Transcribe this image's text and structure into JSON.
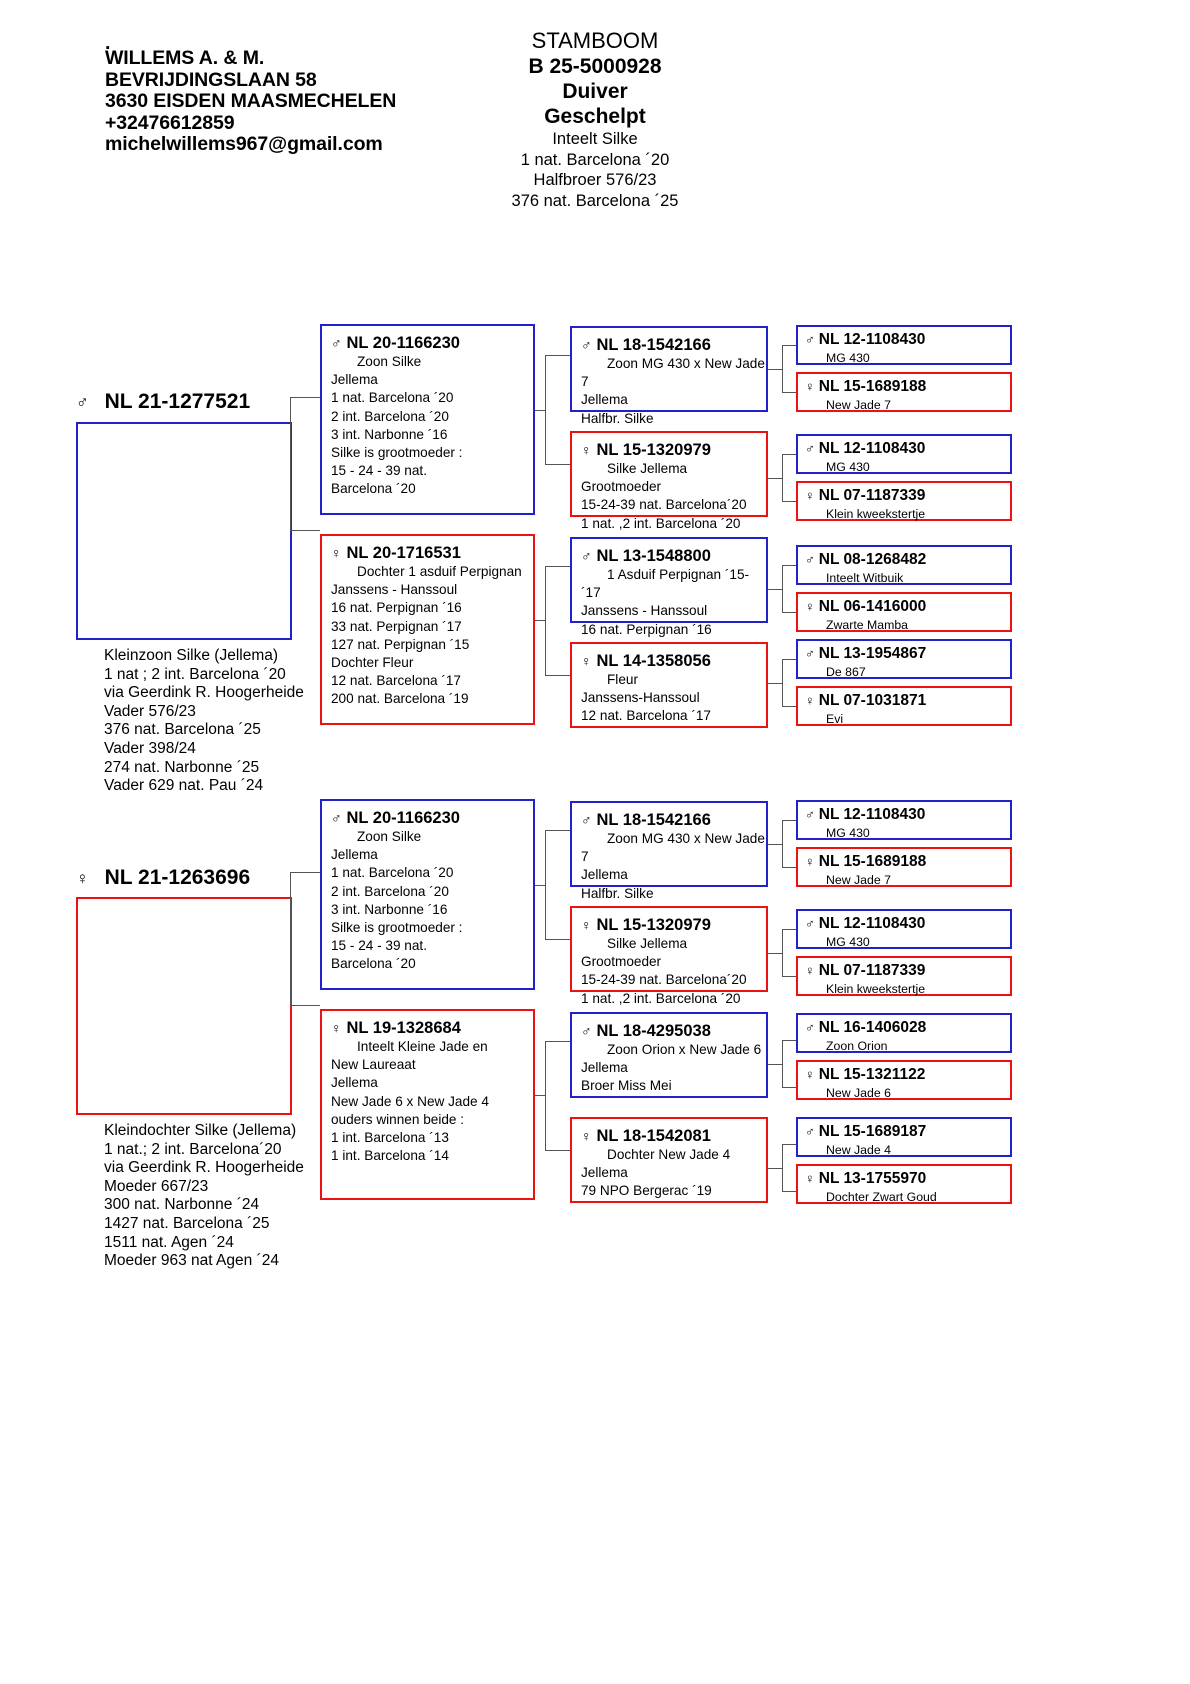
{
  "header": {
    "breeder_dot": ".",
    "breeder_lines": "WILLEMS A. & M.\nBEVRIJDINGSLAAN 58\n3630 EISDEN MAASMECHELEN\n+32476612859\nmichelwillems967@gmail.com",
    "stamboom": "STAMBOOM",
    "ring": "B 25-5000928",
    "sex": "Duiver",
    "colour": "Geschelpt",
    "sub_lines": "Inteelt Silke\n1 nat. Barcelona ´20\nHalfbroer 576/23\n376 nat. Barcelona ´25"
  },
  "colors": {
    "male_border": "#2222cc",
    "female_border": "#ee1111",
    "connector": "#555555"
  },
  "symbols": {
    "male": "♂",
    "female": "♀"
  },
  "sire_side": {
    "subject": {
      "sex": "male",
      "symbol": "♂",
      "ring": "NL 21-1277521",
      "caption": "Kleinzoon Silke (Jellema)\n1 nat ; 2 int. Barcelona ´20\nvia Geerdink R. Hoogerheide\nVader 576/23\n376 nat. Barcelona ´25\nVader 398/24\n274 nat. Narbonne ´25\nVader 629 nat. Pau ´24"
    },
    "gen1": [
      {
        "sex": "male",
        "symbol": "♂",
        "ring": "NL 20-1166230",
        "lines": "Zoon Silke\nJellema\n1 nat. Barcelona ´20\n2 int. Barcelona ´20\n3 int. Narbonne ´16\nSilke is grootmoeder :\n15 - 24 - 39 nat.\nBarcelona ´20"
      },
      {
        "sex": "female",
        "symbol": "♀",
        "ring": "NL 20-1716531",
        "lines": "Dochter 1 asduif Perpignan\nJanssens - Hanssoul\n16 nat. Perpignan ´16\n33 nat. Perpignan ´17\n127 nat. Perpignan ´15\nDochter Fleur\n12 nat. Barcelona ´17\n200 nat. Barcelona ´19"
      }
    ],
    "gen2": [
      {
        "sex": "male",
        "symbol": "♂",
        "ring": "NL 18-1542166",
        "lines": "Zoon MG 430 x New Jade 7\nJellema\nHalfbr. Silke"
      },
      {
        "sex": "female",
        "symbol": "♀",
        "ring": "NL 15-1320979",
        "lines": "Silke Jellema Grootmoeder\n15-24-39 nat. Barcelona´20\n1 nat. ,2 int. Barcelona ´20"
      },
      {
        "sex": "male",
        "symbol": "♂",
        "ring": "NL 13-1548800",
        "lines": "1 Asduif Perpignan ´15-´17\nJanssens - Hanssoul\n16 nat. Perpignan ´16"
      },
      {
        "sex": "female",
        "symbol": "♀",
        "ring": "NL 14-1358056",
        "lines": "Fleur\nJanssens-Hanssoul\n12 nat. Barcelona ´17"
      }
    ],
    "gen3": [
      {
        "sex": "male",
        "symbol": "♂",
        "ring": "NL 12-1108430",
        "lines": "MG 430"
      },
      {
        "sex": "female",
        "symbol": "♀",
        "ring": "NL 15-1689188",
        "lines": "New Jade 7"
      },
      {
        "sex": "male",
        "symbol": "♂",
        "ring": "NL 12-1108430",
        "lines": "MG 430"
      },
      {
        "sex": "female",
        "symbol": "♀",
        "ring": "NL 07-1187339",
        "lines": "Klein kweekstertje"
      },
      {
        "sex": "male",
        "symbol": "♂",
        "ring": "NL 08-1268482",
        "lines": "Inteelt Witbuik"
      },
      {
        "sex": "female",
        "symbol": "♀",
        "ring": "NL 06-1416000",
        "lines": "Zwarte Mamba"
      },
      {
        "sex": "male",
        "symbol": "♂",
        "ring": "NL 13-1954867",
        "lines": "De 867"
      },
      {
        "sex": "female",
        "symbol": "♀",
        "ring": "NL 07-1031871",
        "lines": "Evi"
      }
    ]
  },
  "dam_side": {
    "subject": {
      "sex": "female",
      "symbol": "♀",
      "ring": "NL 21-1263696",
      "caption": "Kleindochter Silke (Jellema)\n1 nat.; 2 int. Barcelona´20\nvia Geerdink R. Hoogerheide\nMoeder 667/23\n300 nat. Narbonne ´24\n1427 nat. Barcelona ´25\n1511  nat. Agen ´24\nMoeder 963 nat Agen ´24"
    },
    "gen1": [
      {
        "sex": "male",
        "symbol": "♂",
        "ring": "NL 20-1166230",
        "lines": "Zoon Silke\nJellema\n1 nat. Barcelona ´20\n2 int. Barcelona ´20\n3 int. Narbonne ´16\nSilke is grootmoeder :\n15 - 24 - 39 nat.\nBarcelona ´20"
      },
      {
        "sex": "female",
        "symbol": "♀",
        "ring": "NL 19-1328684",
        "lines": "Inteelt Kleine Jade en\nNew Laureaat\nJellema\nNew Jade 6 x New Jade 4\nouders winnen beide :\n1 int. Barcelona ´13\n1 int. Barcelona ´14"
      }
    ],
    "gen2": [
      {
        "sex": "male",
        "symbol": "♂",
        "ring": "NL 18-1542166",
        "lines": "Zoon MG 430 x New Jade 7\nJellema\nHalfbr. Silke"
      },
      {
        "sex": "female",
        "symbol": "♀",
        "ring": "NL 15-1320979",
        "lines": "Silke Jellema Grootmoeder\n15-24-39 nat. Barcelona´20\n1 nat. ,2 int. Barcelona ´20"
      },
      {
        "sex": "male",
        "symbol": "♂",
        "ring": "NL 18-4295038",
        "lines": "Zoon Orion x New Jade 6\nJellema\nBroer Miss Mei"
      },
      {
        "sex": "female",
        "symbol": "♀",
        "ring": "NL 18-1542081",
        "lines": "Dochter New Jade 4\nJellema\n79 NPO Bergerac ´19"
      }
    ],
    "gen3": [
      {
        "sex": "male",
        "symbol": "♂",
        "ring": "NL 12-1108430",
        "lines": "MG 430"
      },
      {
        "sex": "female",
        "symbol": "♀",
        "ring": "NL 15-1689188",
        "lines": "New Jade 7"
      },
      {
        "sex": "male",
        "symbol": "♂",
        "ring": "NL 12-1108430",
        "lines": "MG 430"
      },
      {
        "sex": "female",
        "symbol": "♀",
        "ring": "NL 07-1187339",
        "lines": "Klein kweekstertje"
      },
      {
        "sex": "male",
        "symbol": "♂",
        "ring": "NL 16-1406028",
        "lines": "Zoon Orion"
      },
      {
        "sex": "female",
        "symbol": "♀",
        "ring": "NL 15-1321122",
        "lines": "New Jade 6"
      },
      {
        "sex": "male",
        "symbol": "♂",
        "ring": "NL 15-1689187",
        "lines": "New Jade 4"
      },
      {
        "sex": "female",
        "symbol": "♀",
        "ring": "NL 13-1755970",
        "lines": "Dochter Zwart Goud"
      }
    ]
  }
}
